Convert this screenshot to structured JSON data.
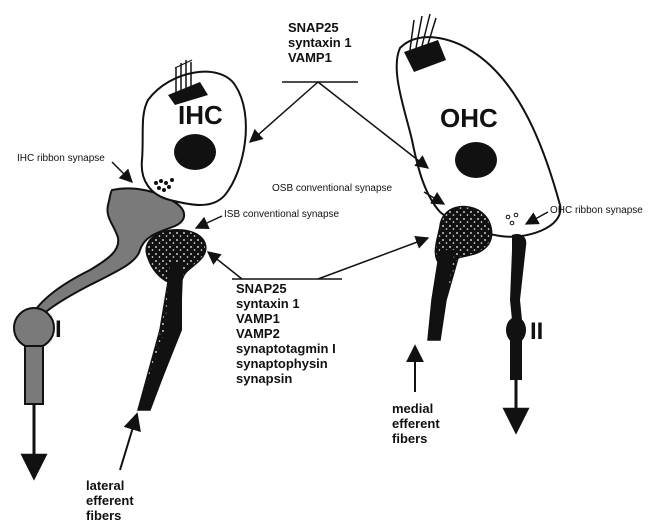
{
  "cells": {
    "ihc": "IHC",
    "ohc": "OHC"
  },
  "fibers": {
    "type_i": "I",
    "type_ii": "II",
    "lateral": [
      "lateral",
      "efferent",
      "fibers"
    ],
    "medial": [
      "medial",
      "efferent",
      "fibers"
    ]
  },
  "synapses": {
    "ihc_ribbon": "IHC ribbon synapse",
    "isb_conventional": "ISB conventional synapse",
    "osb_conventional": "OSB conventional synapse",
    "ohc_ribbon": "OHC ribbon synapse"
  },
  "proteins_top": [
    "SNAP25",
    "syntaxin 1",
    "VAMP1"
  ],
  "proteins_bottom": [
    "SNAP25",
    "syntaxin 1",
    "VAMP1",
    "VAMP2",
    "synaptotagmin I",
    "synaptophysin",
    "synapsin"
  ],
  "colors": {
    "afferent_type_i": "#7a7a7a",
    "terminal": "#111111",
    "outline": "#111111"
  }
}
